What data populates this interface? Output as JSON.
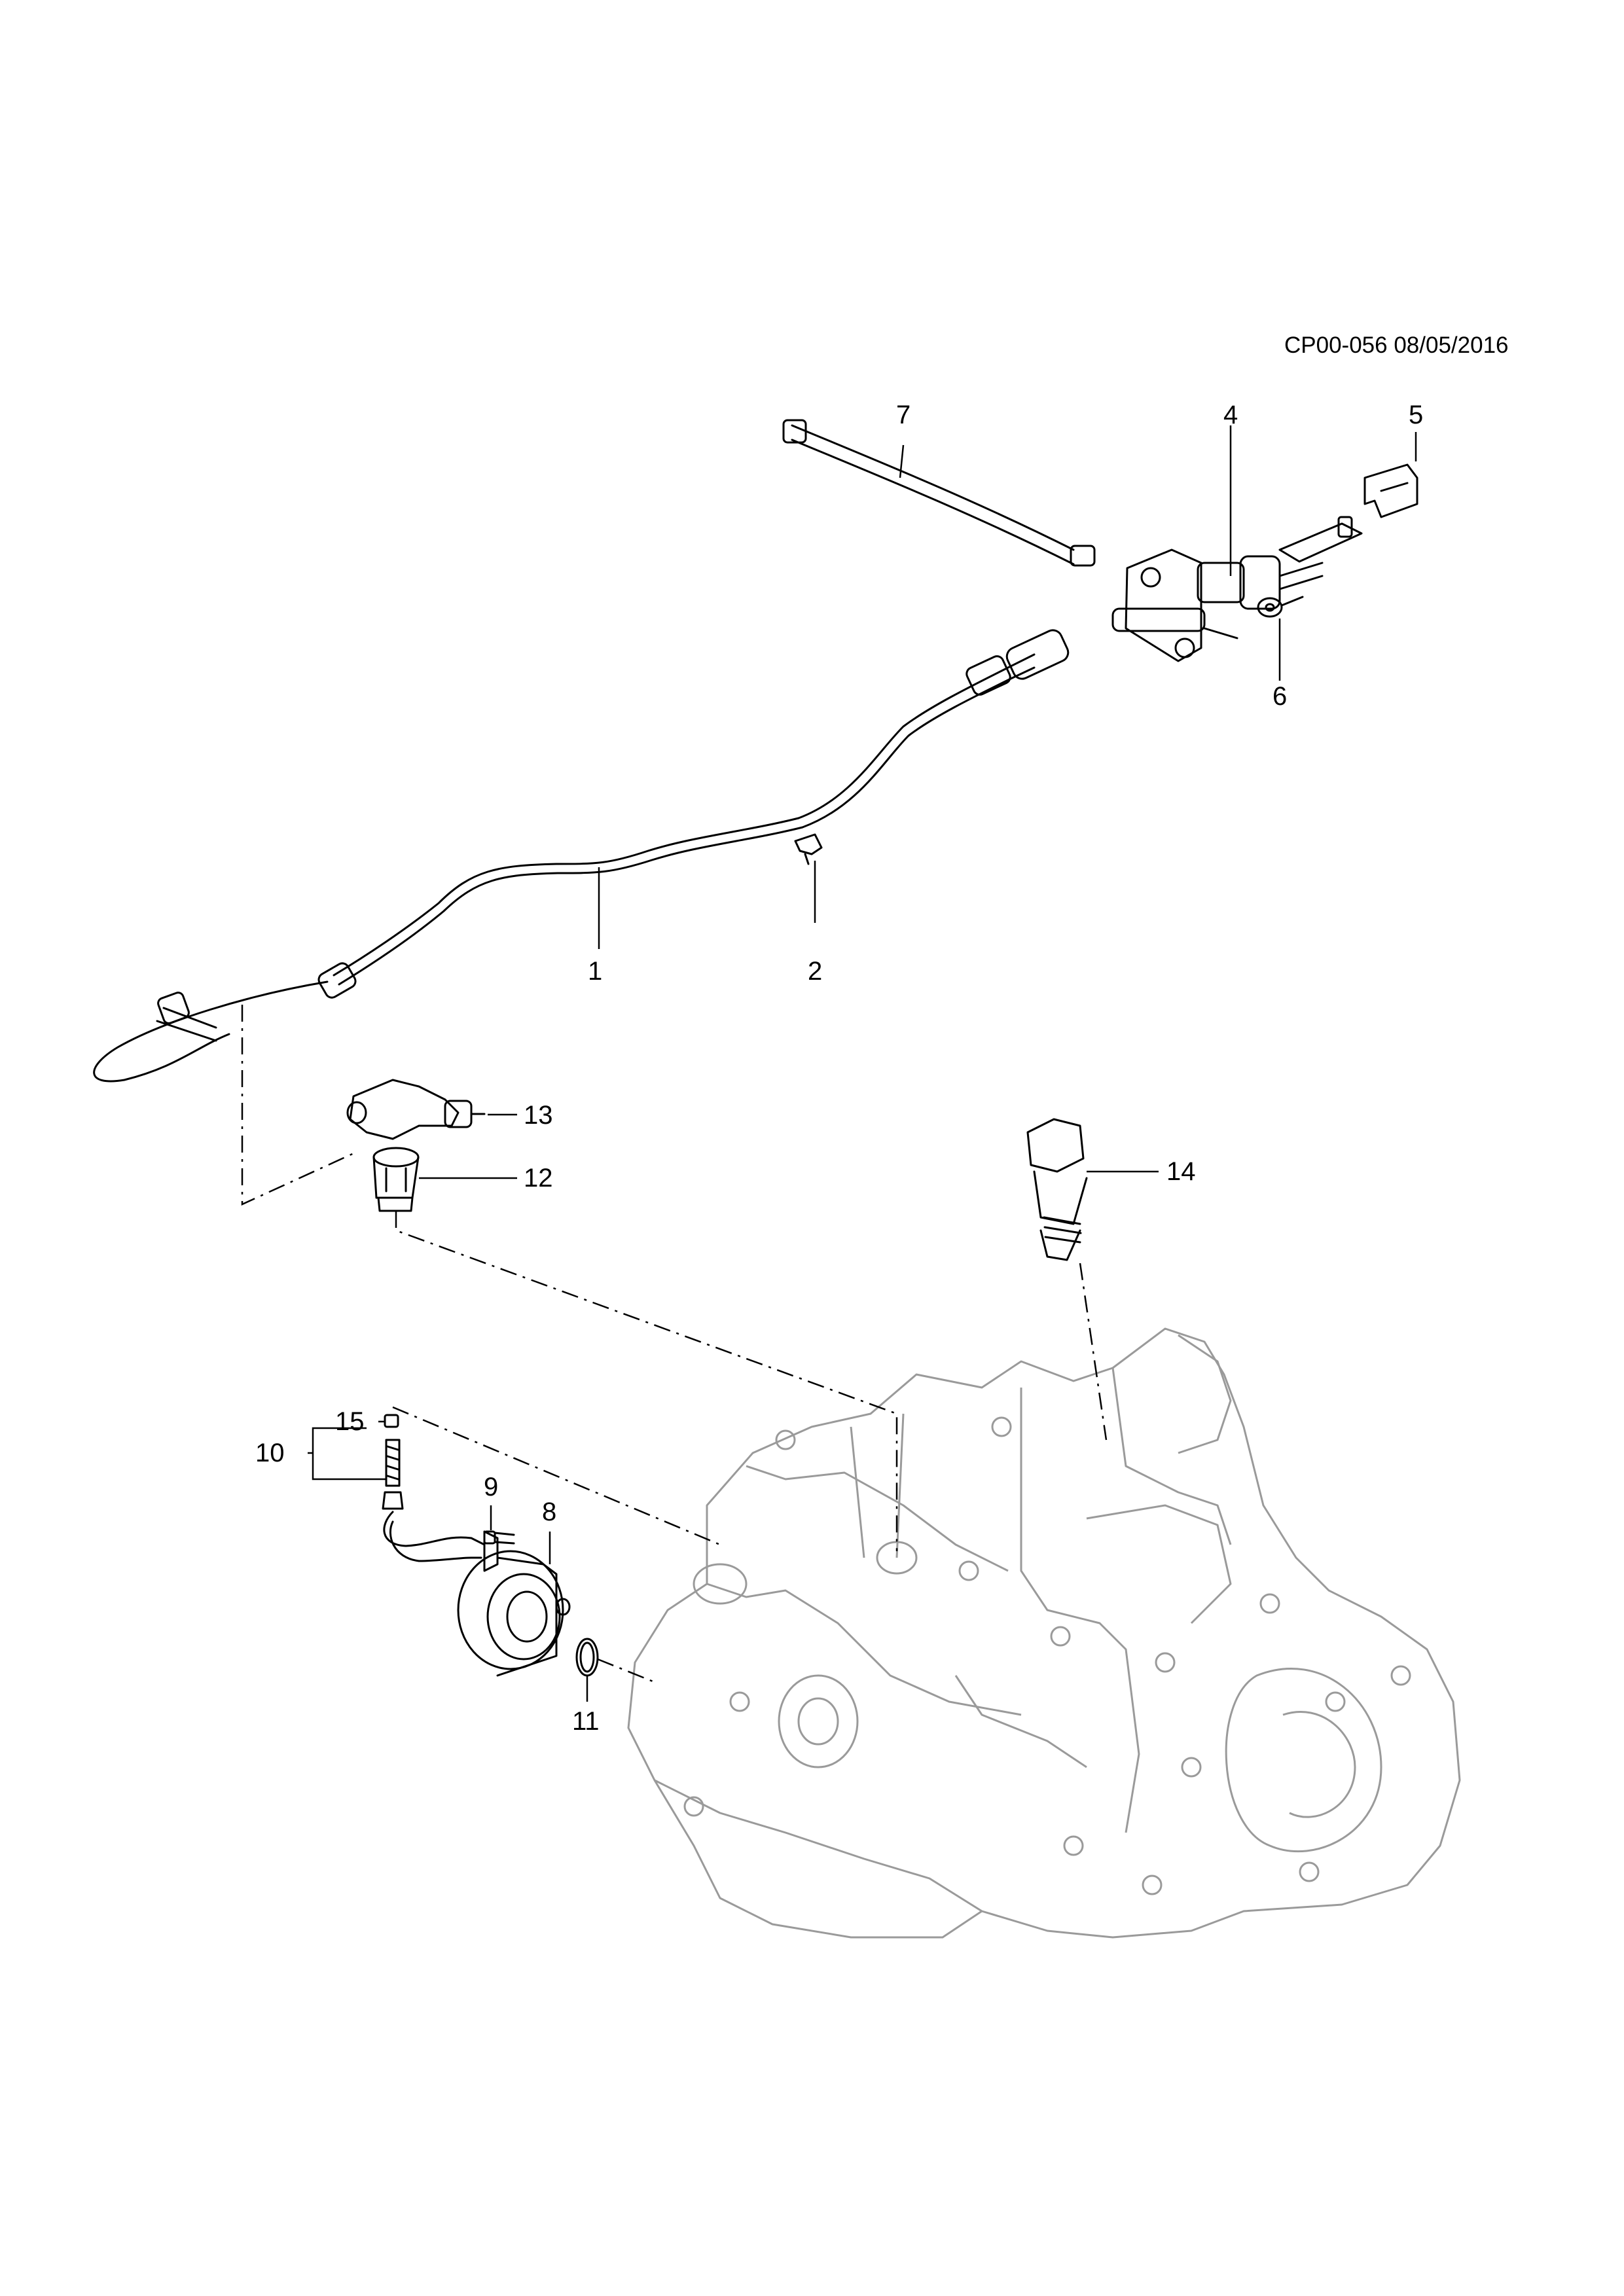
{
  "document_code": "CP00-056 08/05/2016",
  "callouts": {
    "c1": "1",
    "c2": "2",
    "c4": "4",
    "c5": "5",
    "c6": "6",
    "c7": "7",
    "c8": "8",
    "c9": "9",
    "c10": "10",
    "c11": "11",
    "c12": "12",
    "c13": "13",
    "c14": "14",
    "c15": "15"
  },
  "line_color": "#000000",
  "ghost_color": "#9a9a9a"
}
